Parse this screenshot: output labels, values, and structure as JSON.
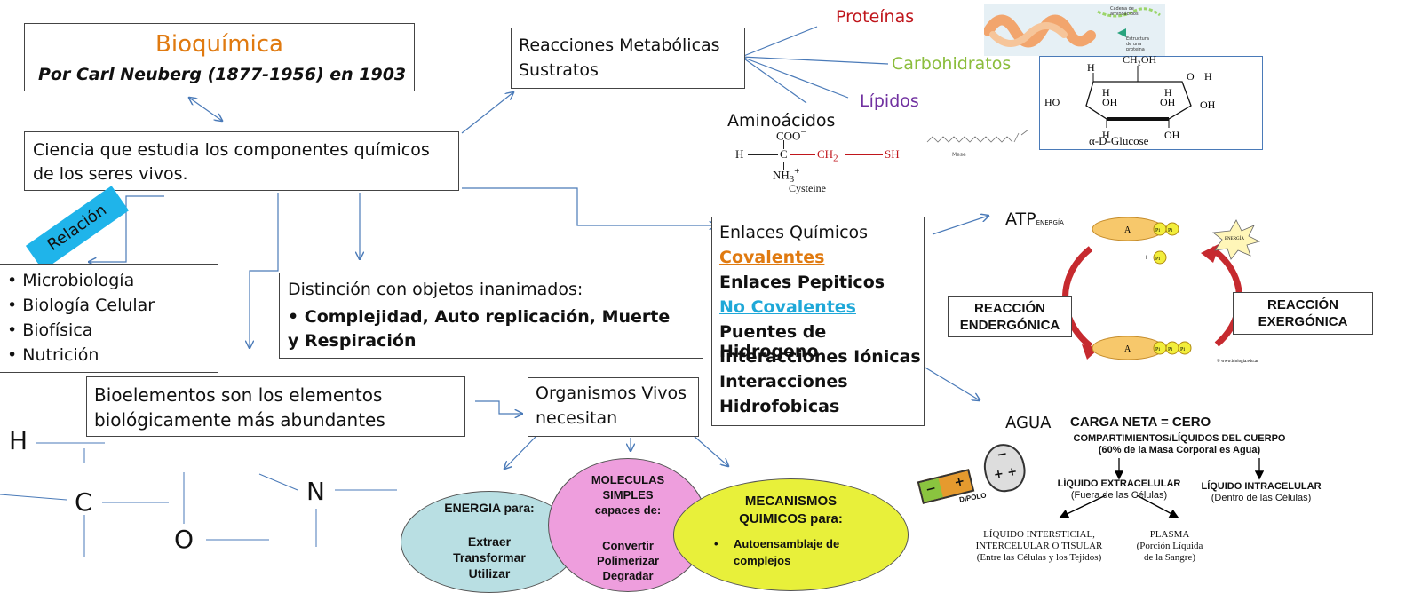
{
  "title_box": {
    "title": "Bioquímica",
    "subtitle": "Por Carl Neuberg (1877-1956) en 1903"
  },
  "definition": "Ciencia que estudia los componentes químicos de los seres vivos.",
  "relacion_tag": "Relación",
  "relations": [
    "• Microbiología",
    "• Biología Celular",
    "• Biofísica",
    "• Nutrición"
  ],
  "distincion": {
    "line1": "Distinción con objetos inanimados:",
    "line2": "• Complejidad, Auto replicación, Muerte y Respiración"
  },
  "bioelementos": {
    "line1": "Bioelementos son los elementos",
    "line2": "biológicamente más abundantes"
  },
  "elements": {
    "h": "H",
    "c": "C",
    "n": "N",
    "o": "O"
  },
  "organismos": {
    "line1": "Organismos Vivos",
    "line2": "necesitan"
  },
  "energia": {
    "title": "ENERGIA para:",
    "items": [
      "Extraer",
      "Transformar",
      "Utilizar"
    ]
  },
  "moleculas": {
    "title": "MOLECULAS SIMPLES capaces de:",
    "items": [
      "Convertir",
      "Polimerizar",
      "Degradar"
    ]
  },
  "mecanismos": {
    "title": "MECANISMOS QUIMICOS para:",
    "item": "Autoensamblaje de complejos"
  },
  "reacciones": {
    "line1": "Reacciones Metabólicas",
    "line2": "Sustratos"
  },
  "substrates": {
    "proteinas": "Proteínas",
    "carbohidratos": "Carbohidratos",
    "lipidos": "Lípidos",
    "aminoacidos": "Aminoácidos"
  },
  "cysteine": {
    "coo": "COO",
    "h": "H",
    "c": "C",
    "ch2": "CH",
    "sh": "SH",
    "nh3": "NH",
    "name": "Cysteine"
  },
  "protein_img": {
    "l1": "Cadena de",
    "l2": "aminoácidos",
    "l3": "Estructura",
    "l4": "de una",
    "l5": "proteína"
  },
  "glucose": {
    "top": "CH₂OH",
    "name": "α-D-Glucose"
  },
  "lipid_label": "Mese",
  "enlaces": {
    "title": "Enlaces Químicos",
    "covalentes": "Covalentes",
    "pepiticos": "Enlaces Pepiticos",
    "no_covalentes": "No Covalentes",
    "puentes": "Puentes de Hidrogeno",
    "ionicas": "Interacciones Iónicas",
    "hidro1": "Interacciones",
    "hidro2": "Hidrofobicas"
  },
  "atp": {
    "label": "ATP",
    "sub": "ENERGÍA",
    "endergonica1": "REACCIÓN",
    "endergonica2": "ENDERGÓNICA",
    "exergonica1": "REACCIÓN",
    "exergonica2": "EXERGÓNICA",
    "a": "A",
    "pi": "Pi",
    "plus": "+",
    "energia": "ENERGÍA",
    "source": "© www.biologia.edu.ar"
  },
  "agua": {
    "label": "AGUA",
    "carga": "CARGA  NETA = CERO",
    "comp1": "COMPARTIMIENTOS/LÍQUIDOS DEL CUERPO",
    "comp2": "(60% de la Masa Corporal es Agua)",
    "extra1": "LÍQUIDO EXTRACELULAR",
    "extra2": "(Fuera de las Células)",
    "intra1": "LÍQUIDO INTRACELULAR",
    "intra2": "(Dentro de las Células)",
    "inter1": "LÍQUIDO INTERSTICIAL,",
    "inter2": "INTERCELULAR O TISULAR",
    "inter3": "(Entre las Células y los Tejidos)",
    "plasma1": "PLASMA",
    "plasma2": "(Porción Líquida",
    "plasma3": "de la Sangre)",
    "dipolo": "DIPOLO",
    "minus": "−",
    "plus": "+",
    "plusplus": "+ +"
  },
  "colors": {
    "orange": "#e07a10",
    "green": "#8bbd3c",
    "red": "#c0161c",
    "purple": "#7030a0",
    "cyan": "#1fa8d8",
    "arrow": "#4a7ab8",
    "energia_fill": "#b9dfe3",
    "moleculas_fill": "#ee9edd",
    "mecanismos_fill": "#e8f03a"
  }
}
